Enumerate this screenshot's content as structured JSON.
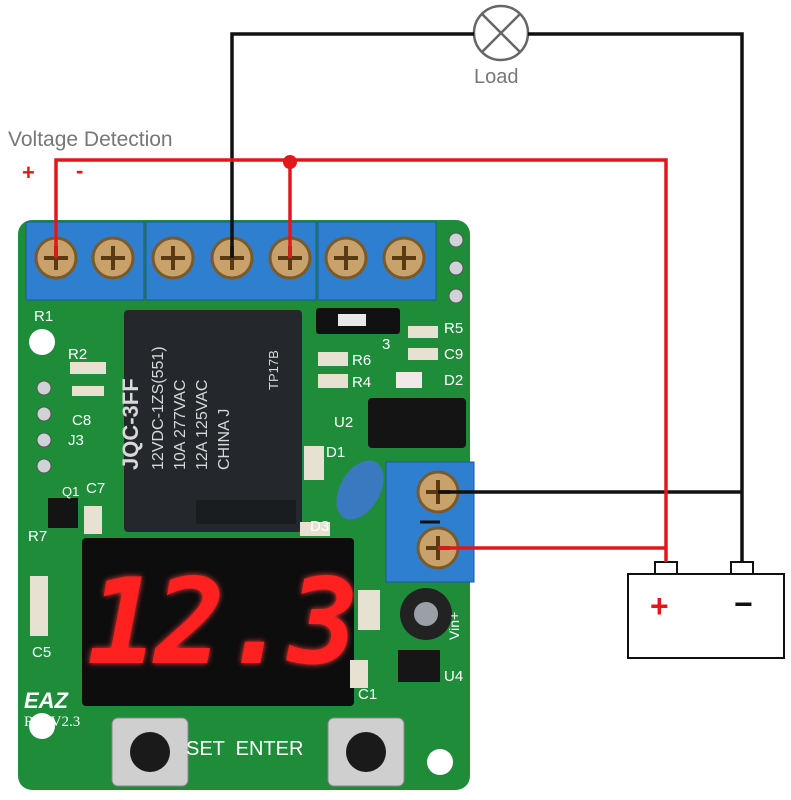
{
  "labels": {
    "load": "Load",
    "voltage_detection": "Voltage Detection",
    "detect_plus": "+",
    "detect_minus": "-"
  },
  "battery": {
    "plus": "+",
    "minus": "−"
  },
  "board": {
    "display_value": "12.3",
    "relay_brand": "JQC-3FF",
    "relay_lines": [
      "12VDC-1ZS(551)",
      "10A 277VAC",
      "12A 125VAC",
      "CHINA   J"
    ],
    "relay_side": "TP17B",
    "version": "RL_V2.3",
    "brand": "EAZ",
    "button_text": "SET  ENTER",
    "silkscreen": {
      "r1": "R1",
      "r2": "R2",
      "c8": "C8",
      "j3": "J3",
      "q1": "Q1",
      "c7": "C7",
      "r7": "R7",
      "c5": "C5",
      "r5": "R5",
      "c9": "C9",
      "r6": "R6",
      "r4": "R4",
      "d2": "D2",
      "u2": "U2",
      "d1": "D1",
      "d3": "D3",
      "c1": "C1",
      "u4": "U4",
      "vin": "Vin+",
      "three": "3"
    }
  },
  "colors": {
    "wire_red": "#e0181e",
    "wire_black": "#111111",
    "pcb_green": "#1f8c3a",
    "terminal_blue": "#2f7fd0",
    "relay_dark": "#24282d",
    "seg_red": "#ff2020"
  }
}
